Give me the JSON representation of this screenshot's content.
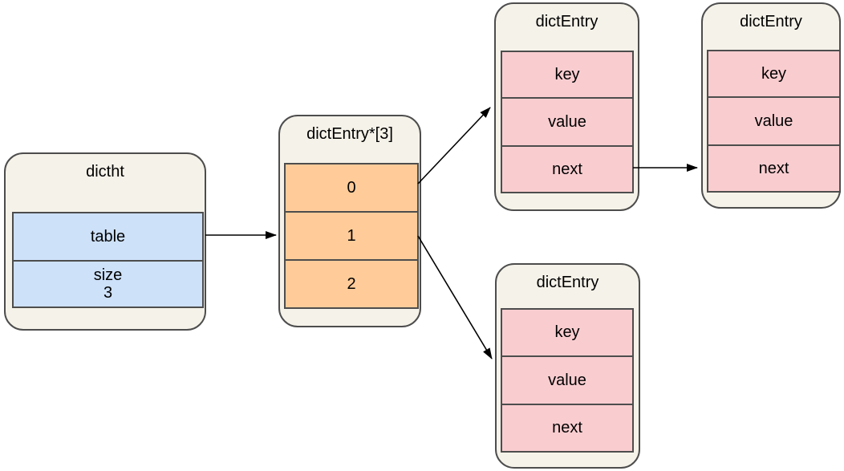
{
  "colors": {
    "canvas_bg": "#ffffff",
    "node_fill": "#f5f2e9",
    "node_border": "#4d4d4d",
    "cell_blue": "#cde1f9",
    "cell_orange": "#ffcc99",
    "cell_pink": "#f9cdd0",
    "arrow": "#000000"
  },
  "nodes": {
    "dictht": {
      "title": "dictht",
      "cells": [
        {
          "label": "table"
        },
        {
          "label": "size",
          "value": "3"
        }
      ]
    },
    "bucket_array": {
      "title": "dictEntry*[3]",
      "cells": [
        {
          "label": "0"
        },
        {
          "label": "1"
        },
        {
          "label": "2"
        }
      ]
    },
    "entry_top": {
      "title": "dictEntry",
      "cells": [
        {
          "label": "key"
        },
        {
          "label": "value"
        },
        {
          "label": "next"
        }
      ]
    },
    "entry_right": {
      "title": "dictEntry",
      "cells": [
        {
          "label": "key"
        },
        {
          "label": "value"
        },
        {
          "label": "next"
        }
      ]
    },
    "entry_bottom": {
      "title": "dictEntry",
      "cells": [
        {
          "label": "key"
        },
        {
          "label": "value"
        },
        {
          "label": "next"
        }
      ]
    }
  },
  "edges": [
    {
      "from": "dictht.table",
      "to": "bucket_array"
    },
    {
      "from": "bucket_array.slot0",
      "to": "entry_top"
    },
    {
      "from": "bucket_array.slot1",
      "to": "entry_bottom"
    },
    {
      "from": "entry_top.next",
      "to": "entry_right"
    }
  ]
}
